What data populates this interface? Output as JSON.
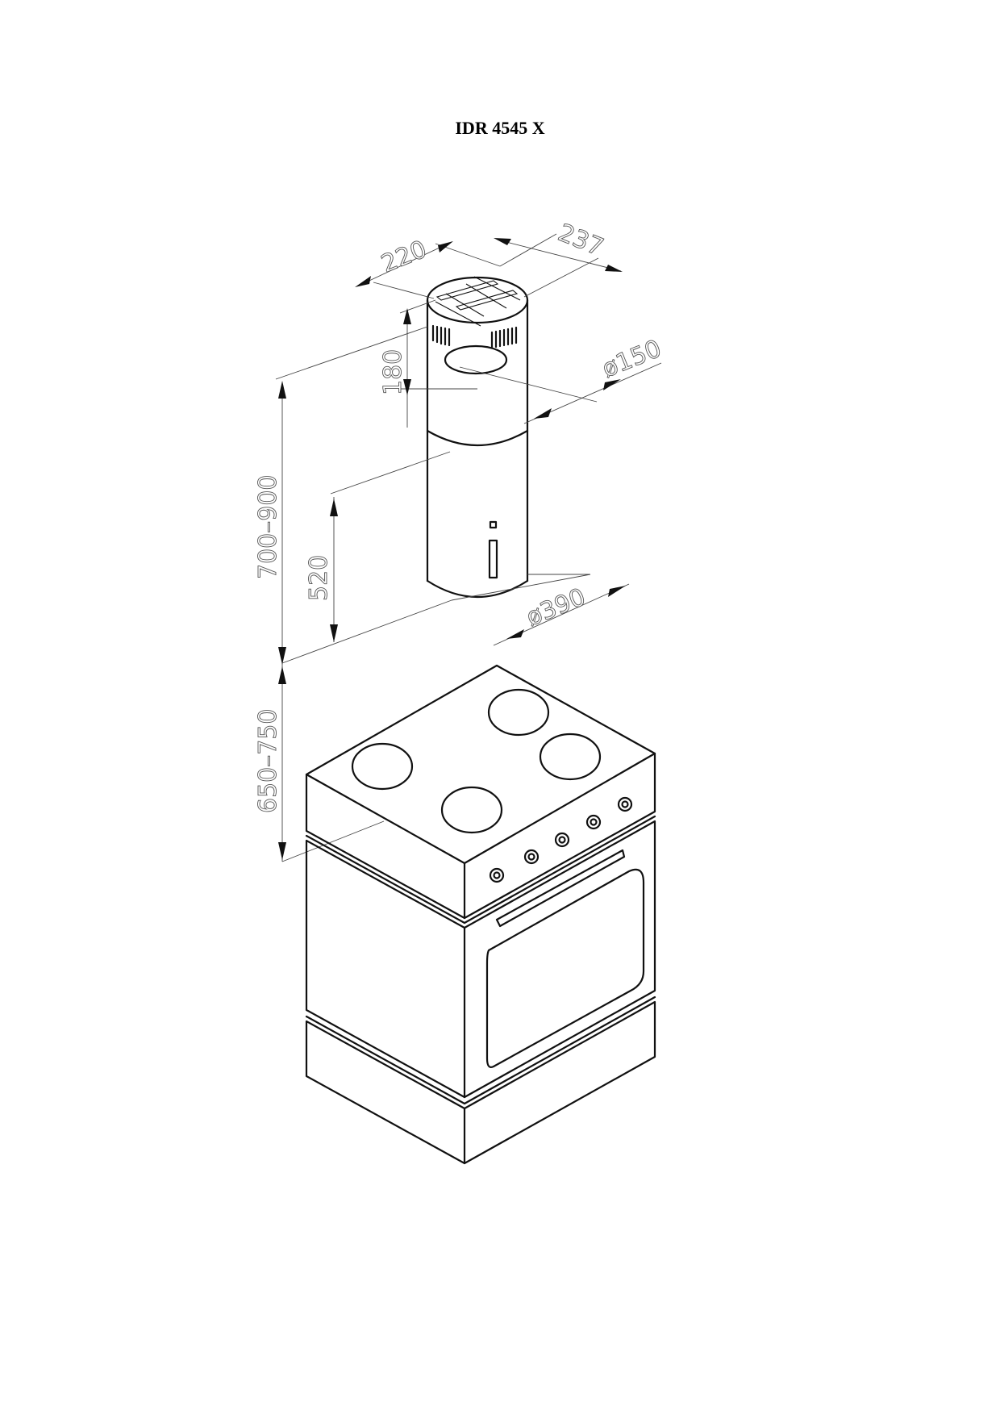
{
  "title": "IDR 4545 X",
  "dimensions": {
    "top_width": "220",
    "top_depth": "237",
    "chimney_height": "180",
    "outlet_diameter": "ø150",
    "body_height": "520",
    "body_diameter": "ø390",
    "hood_height_range": "700–900",
    "cooker_height_range": "650–750"
  }
}
